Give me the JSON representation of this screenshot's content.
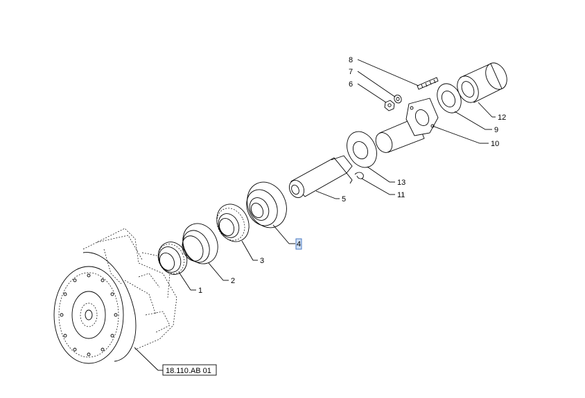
{
  "callouts": {
    "c1": "1",
    "c2": "2",
    "c3": "3",
    "c4": "4",
    "c5": "5",
    "c6": "6",
    "c7": "7",
    "c8": "8",
    "c9": "9",
    "c10": "10",
    "c11": "11",
    "c12": "12",
    "c13": "13"
  },
  "reference_code": "18.110.AB 01",
  "highlight_color": "#cfe0f6"
}
